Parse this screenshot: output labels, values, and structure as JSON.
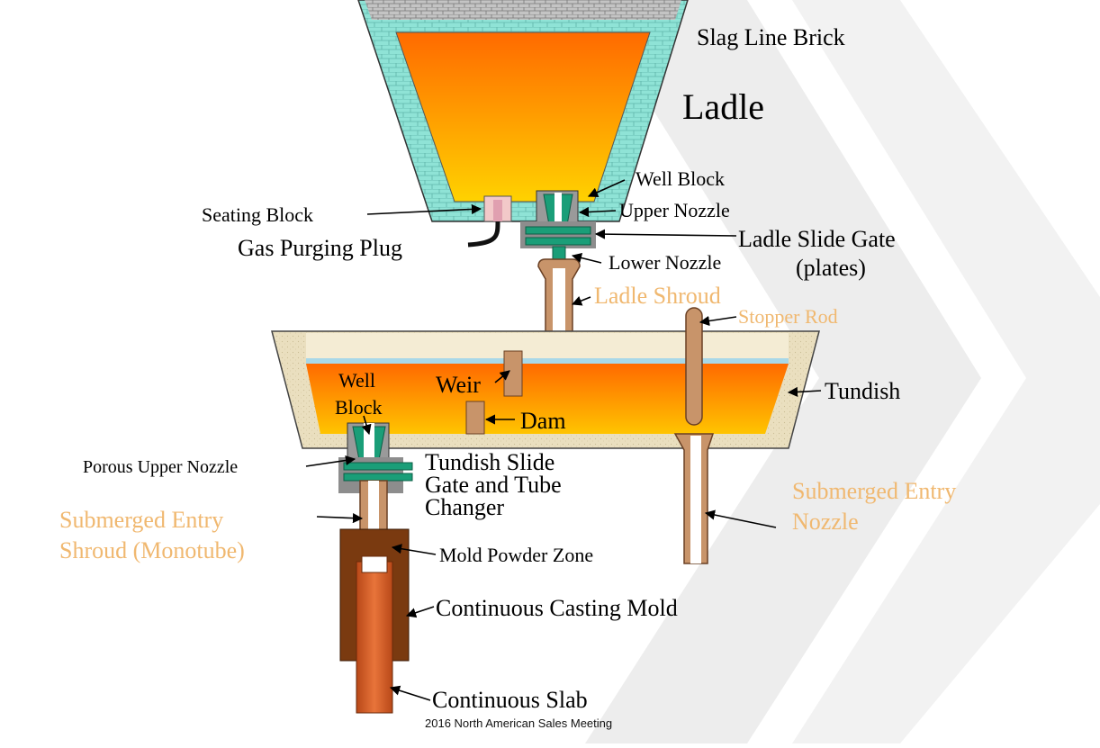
{
  "colors": {
    "steel_top": "#ff6a00",
    "steel_bottom": "#ffd200",
    "brick": "#7fdcd0",
    "slag_brick": "#b8b8b8",
    "refractory_green": "#1a9e78",
    "plate": "#8a8a8a",
    "tundish_lining": "#e8dcb8",
    "shroud": "#c8946a",
    "mold_wall": "#7a3a10",
    "slab": "#d2622a",
    "orange_label": "#f0b870",
    "bg_chevron": "#ececec"
  },
  "labels": {
    "slag_line_brick": "Slag Line Brick",
    "ladle": "Ladle",
    "well_block_top": "Well Block",
    "upper_nozzle": "Upper Nozzle",
    "seating_block": "Seating Block",
    "gas_purging_plug": "Gas Purging Plug",
    "ladle_slide_gate_1": "Ladle Slide Gate",
    "ladle_slide_gate_2": "(plates)",
    "lower_nozzle": "Lower Nozzle",
    "ladle_shroud": "Ladle Shroud",
    "stopper_rod": "Stopper Rod",
    "well_block_1": "Well",
    "well_block_2": "Block",
    "weir": "Weir",
    "tundish": "Tundish",
    "dam": "Dam",
    "porous_upper_nozzle": "Porous Upper Nozzle",
    "tundish_gate_1": "Tundish Slide",
    "tundish_gate_2": "Gate and Tube",
    "tundish_gate_3": "Changer",
    "submerged_entry_shroud_1": "Submerged Entry",
    "submerged_entry_shroud_2": "Shroud (Monotube)",
    "submerged_entry_nozzle_1": "Submerged Entry",
    "submerged_entry_nozzle_2": "Nozzle",
    "mold_powder_zone": "Mold Powder Zone",
    "continuous_casting_mold": "Continuous Casting Mold",
    "continuous_slab": "Continuous Slab"
  },
  "footer": "2016 North American Sales Meeting"
}
